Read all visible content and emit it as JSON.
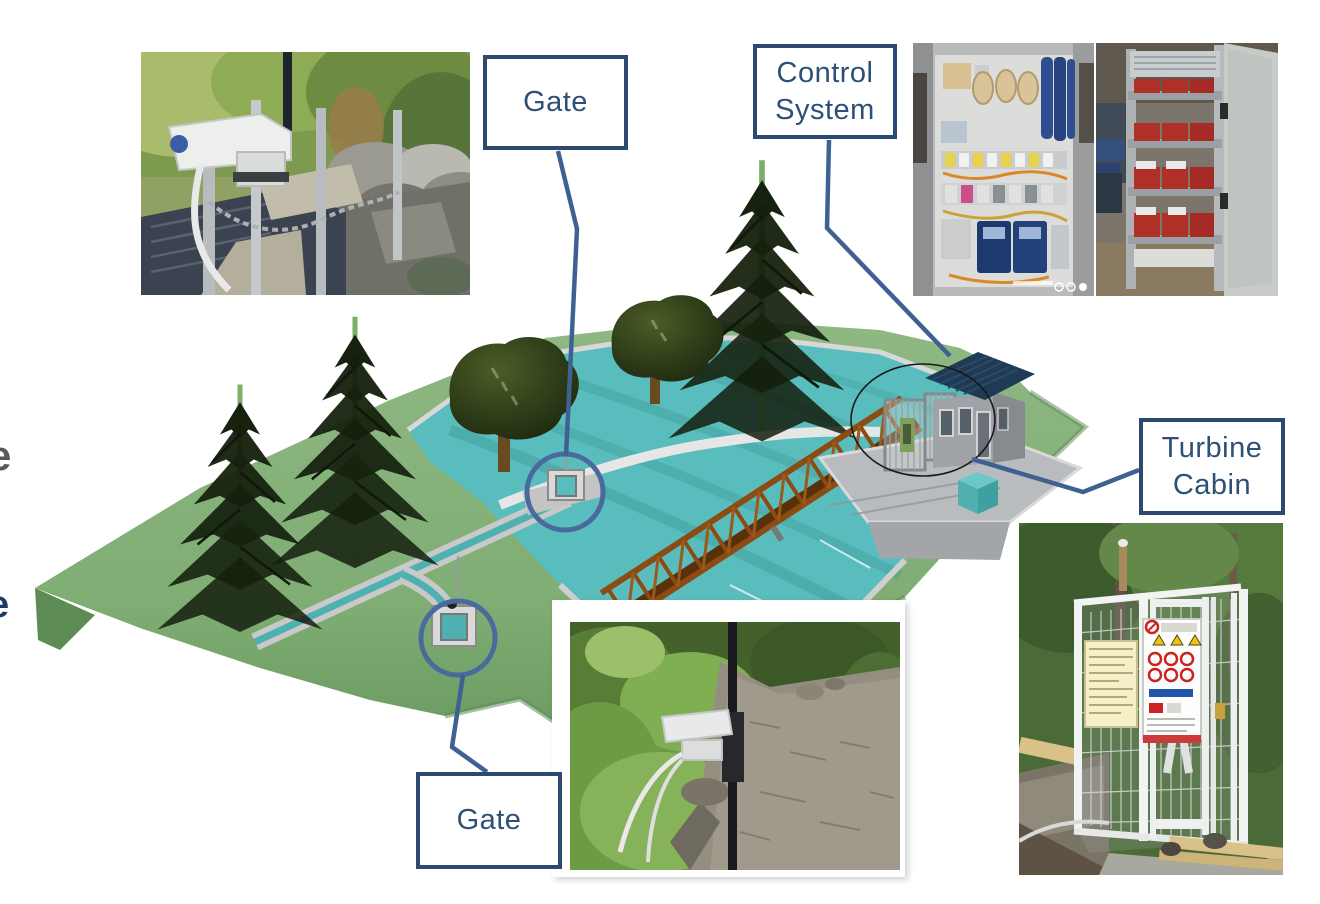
{
  "labels": {
    "gate_top": "Gate",
    "control_system": "Control System",
    "turbine_cabin": "Turbine Cabin",
    "gate_bottom": "Gate"
  },
  "edge_text_fragments": {
    "upper": "e",
    "lower": "e"
  },
  "colors": {
    "label_border": "#2C4A70",
    "label_text": "#2E5077",
    "leader_line": "#3F6191",
    "annotation_circle": "#4A6A9E",
    "terrain_green": "#7FAD74",
    "terrain_edge_green": "#5E8C55",
    "water_teal": "#5ABDBD",
    "water_shade": "#3E9898",
    "bridge_brown": "#8C4B12",
    "roof_navy": "#1E3A55",
    "building_gray": "#9FA3A7",
    "wall_gray": "#C9C9C9",
    "fragment_gray": "#595959",
    "fragment_blue": "#1F3864"
  }
}
